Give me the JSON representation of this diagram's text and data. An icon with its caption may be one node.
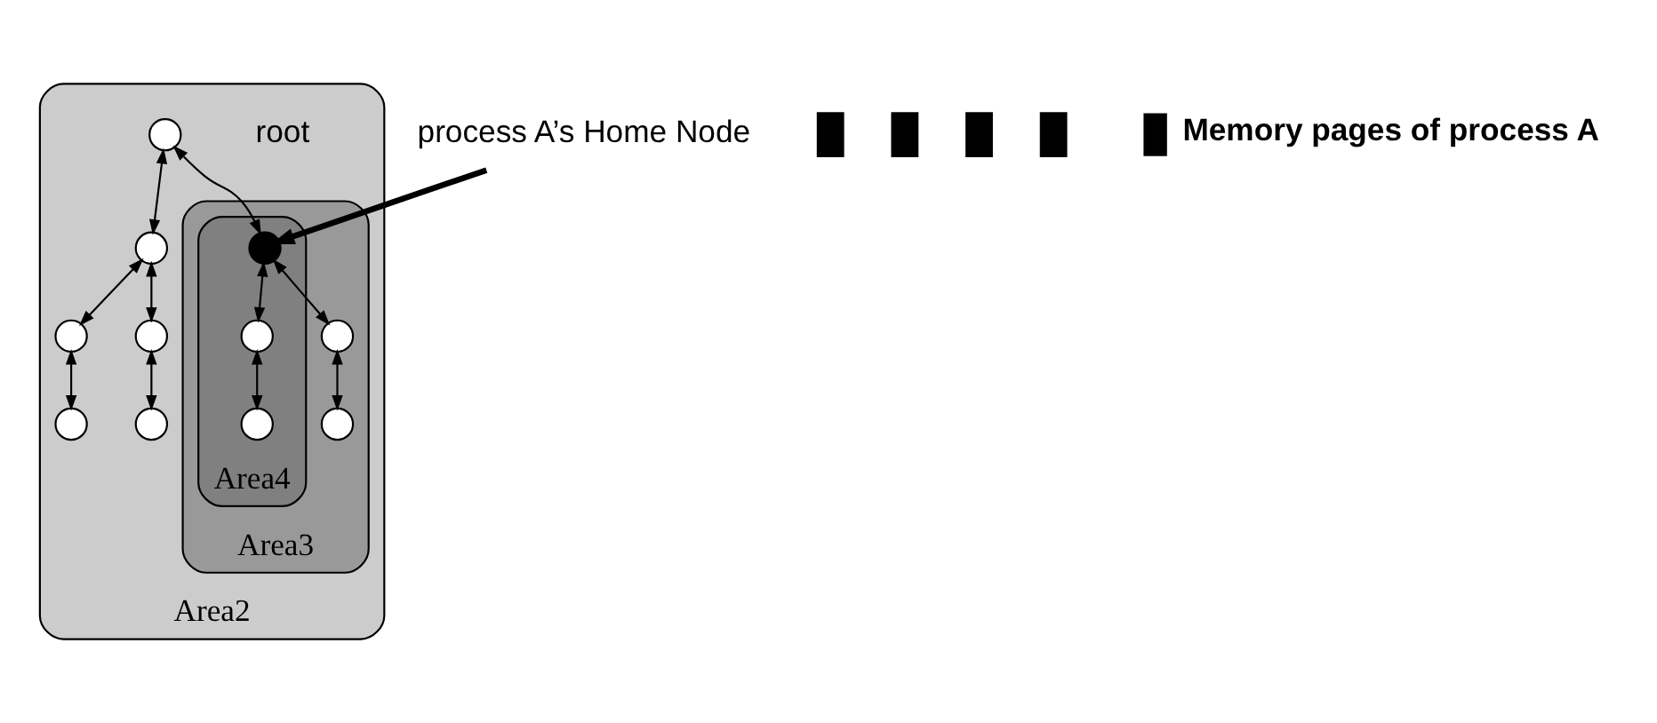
{
  "diagram": {
    "nodes": [
      {
        "text": [
          "Area2"
        ]
      },
      {
        "text": [
          "Area3"
        ],
        "in": 0
      },
      {
        "text": [
          "Area4"
        ],
        "in": 1
      },
      {
        "text": [],
        "shape": "circle",
        "in": 0,
        "beside": [
          "root"
        ]
      },
      {
        "text": [],
        "shape": "circle",
        "in": 2
      },
      {
        "text": [],
        "shape": "circle",
        "in": 0
      },
      {
        "text": [],
        "shape": "circle",
        "in": 2
      },
      {
        "text": [],
        "shape": "circle",
        "in": 1
      },
      {
        "text": [],
        "shape": "circle",
        "in": 0
      },
      {
        "text": [],
        "shape": "circle",
        "in": 0
      },
      {
        "text": [],
        "shape": "circle",
        "in": 2
      },
      {
        "text": [],
        "shape": "circle",
        "in": 1
      },
      {
        "text": [],
        "shape": "circle",
        "in": 0
      },
      {
        "text": [],
        "shape": "circle",
        "in": 0
      },
      {
        "text": [
          "process A’s Home Node"
        ]
      },
      {
        "text": [],
        "shape": "bar"
      },
      {
        "text": [],
        "shape": "bar"
      },
      {
        "text": [],
        "shape": "bar"
      },
      {
        "text": [],
        "shape": "bar"
      }
    ],
    "edges": [
      {
        "from": 3,
        "to": 4,
        "arrow": "both"
      },
      {
        "from": 3,
        "to": 5,
        "arrow": "both"
      },
      {
        "from": 4,
        "to": 6,
        "arrow": "both"
      },
      {
        "from": 4,
        "to": 7,
        "arrow": "both"
      },
      {
        "from": 5,
        "to": 8,
        "arrow": "both"
      },
      {
        "from": 5,
        "to": 9,
        "arrow": "both"
      },
      {
        "from": 6,
        "to": 10,
        "arrow": "both"
      },
      {
        "from": 7,
        "to": 11,
        "arrow": "both"
      },
      {
        "from": 8,
        "to": 12,
        "arrow": "both"
      },
      {
        "from": 9,
        "to": 13,
        "arrow": "both"
      },
      {
        "from": 14,
        "to": 4,
        "arrow": "to",
        "style": "thick"
      }
    ],
    "legend": [
      {
        "text": "Memory pages of process A",
        "color": "#000000"
      }
    ]
  }
}
